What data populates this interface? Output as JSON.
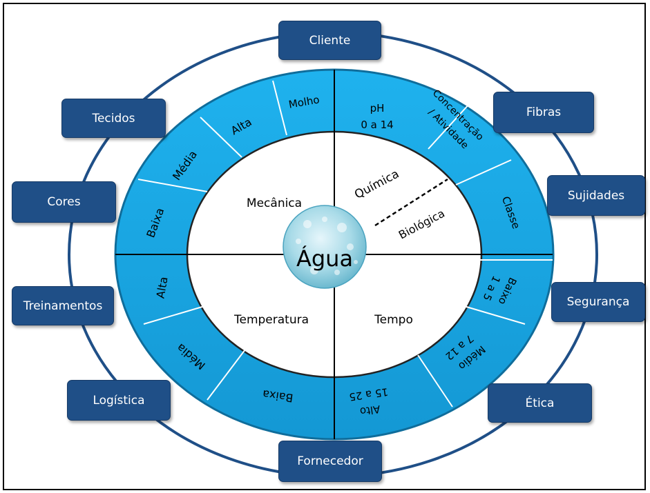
{
  "center": "Água",
  "quadrants": {
    "mechanical": "Mecânica",
    "chemical": "Química",
    "biological": "Biológica",
    "temperature": "Temperatura",
    "time": "Tempo"
  },
  "ring": {
    "mechanical": [
      "Baixa",
      "Média",
      "Alta",
      "Molho"
    ],
    "chemical": [
      "pH",
      "0 a 14",
      "Concentração",
      "/ Atividade",
      "Classe"
    ],
    "time": [
      "Baixo",
      "1 a 5",
      "Médio",
      "7 a 12",
      "Alto",
      "15 a 25"
    ],
    "temperature": [
      "Alta",
      "Média",
      "Baixa"
    ]
  },
  "factors": {
    "cliente": "Cliente",
    "fibras": "Fibras",
    "sujidades": "Sujidades",
    "seguranca": "Segurança",
    "etica": "Ética",
    "fornecedor": "Fornecedor",
    "logistica": "Logística",
    "treinamentos": "Treinamentos",
    "cores": "Cores",
    "tecidos": "Tecidos"
  },
  "colors": {
    "ring_fill": "#1aa9e6",
    "box_fill": "#1f4f87",
    "outer_circle": "#1f4f87"
  }
}
